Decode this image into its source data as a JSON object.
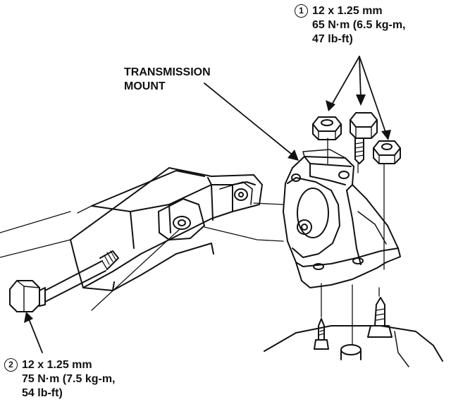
{
  "labels": {
    "transmission_mount": [
      "TRANSMISSION",
      "MOUNT"
    ]
  },
  "callouts": [
    {
      "number": "1",
      "lines": [
        "12 x 1.25 mm",
        "65 N·m (6.5 kg-m,",
        "47 lb-ft)"
      ]
    },
    {
      "number": "2",
      "lines": [
        "12 x 1.25 mm",
        "75 N·m (7.5 kg-m,",
        "54 lb-ft)"
      ]
    }
  ]
}
